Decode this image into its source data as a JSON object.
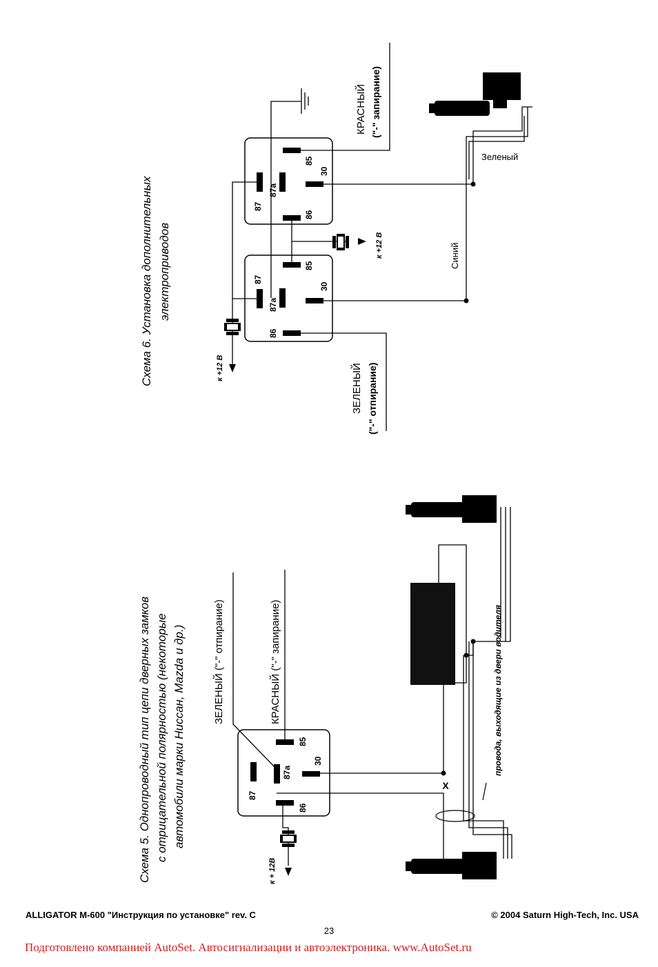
{
  "scheme5": {
    "title_line1": "Схема 5. Однопроводный тип цепи дверных замков",
    "title_line2": "с отрицательной полярностью (некоторые",
    "title_line3": "автомобили марки Ниссан, Mazda и др.)",
    "power_label": "к + 12В",
    "green_wire": "ЗЕЛЕНЫЙ (\"-\" отпирание)",
    "red_wire": "КРАСНЫЙ (\"-\" запирание)",
    "pin_87": "87",
    "pin_87a": "87а",
    "pin_85": "85",
    "pin_86": "86",
    "pin_30": "30",
    "cut_mark": "X",
    "wires_note": "провода, выходящие из двери водителя"
  },
  "scheme6": {
    "title_line1": "Схема 6. Установка дополнительных",
    "title_line2": "электроприводов",
    "power_label_left": "к +12 В",
    "power_label_mid": "к +12 В",
    "green_wire_line1": "ЗЕЛЕНЫЙ",
    "green_wire_line2": "(\"-\" отпирание)",
    "red_wire_line1": "КРАСНЫЙ",
    "red_wire_line2": "(\"-\" запирание)",
    "blue_wire": "Синий",
    "green_color_wire": "Зеленый",
    "pin_87": "87",
    "pin_87a": "87а",
    "pin_85": "85",
    "pin_86": "86",
    "pin_30": "30"
  },
  "footer": {
    "left": "ALLIGATOR M-600 \"Инструкция по установке\" rev. C",
    "right": "© 2004 Saturn High-Tech, Inc. USA",
    "page": "23",
    "credit": "Подготовлено компанией AutoSet. Автосигнализации и автоэлектроника. www.AutoSet.ru"
  }
}
